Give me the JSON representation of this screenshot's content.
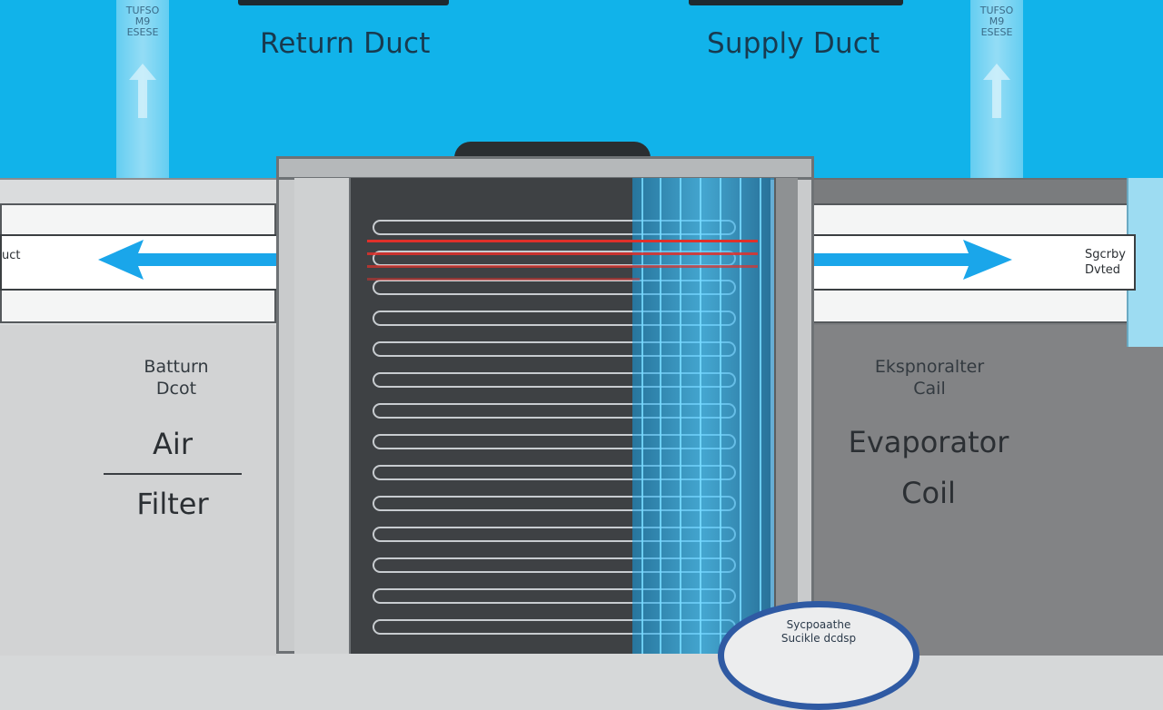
{
  "header": {
    "return_label": "Return Duct",
    "supply_label": "Supply Duct"
  },
  "pillars": {
    "left_text": [
      "TUFSO",
      "M9",
      "ESESE"
    ],
    "right_text": [
      "TUFSO",
      "M9",
      "ESESE"
    ]
  },
  "ducts": {
    "left_end_label": "uct",
    "right_end_label_line1": "Sgcrby",
    "right_end_label_line2": "Dvted"
  },
  "left_panel": {
    "small_label_line1": "Batturn",
    "small_label_line2": "Dcot",
    "air_label": "Air",
    "filter_label": "Filter"
  },
  "right_panel": {
    "small_label_line1": "Ekspnoralter",
    "small_label_line2": "Cail",
    "evaporator_label": "Evaporator",
    "coil_label": "Coil"
  },
  "gauge": {
    "text_line1": "Sycpoaathe",
    "text_line2": "Sucikle dcdsp"
  },
  "colors": {
    "sky": "#11b3ea",
    "airflow_arrow": "#1aa6ea",
    "heat_line": "#e0302a",
    "coil_glow": "#2fc0ff",
    "gauge_ring": "#2f5aa3"
  }
}
